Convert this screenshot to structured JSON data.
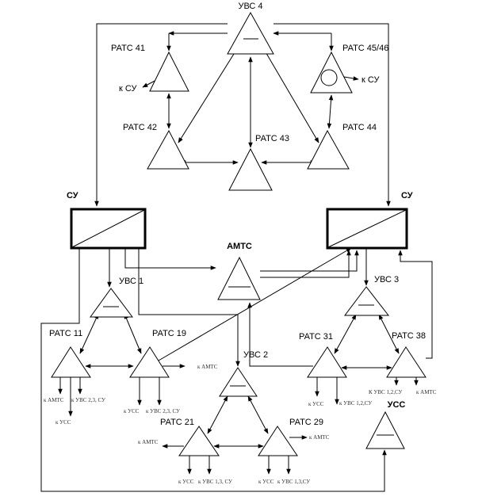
{
  "nodes": {
    "uvs4": "УВС 4",
    "rats41": "РАТС 41",
    "rats4546": "РАТС 45/46",
    "rats42": "РАТС 42",
    "rats43": "РАТС 43",
    "rats44": "РАТС 44",
    "su_left": "СУ",
    "su_right": "СУ",
    "amts": "АМТС",
    "uvs1": "УВС 1",
    "uvs2": "УВС 2",
    "uvs3": "УВС 3",
    "rats11": "РАТС 11",
    "rats19": "РАТС 19",
    "rats21": "РАТС 21",
    "rats29": "РАТС 29",
    "rats31": "РАТС 31",
    "rats38": "РАТС 38",
    "uss": "УСС"
  },
  "annotations": {
    "rats41_su": "к СУ",
    "rats4546_su": "к СУ",
    "rats11_amts": "к АМТС",
    "rats11_uvs": "к УВС 2,3, СУ",
    "rats11_uss": "к УСС",
    "rats19_amts": "к АМТС",
    "rats19_uss": "к УСС",
    "rats19_uvs": "к УВС 2,3, СУ",
    "rats21_amts": "к АМТС",
    "rats21_uss": "к УСС",
    "rats21_uvs": "к УВС 1,3, СУ",
    "rats29_amts": "к АМТС",
    "rats29_uss": "к УСС",
    "rats29_uvs": "к УВС 1,3,СУ",
    "rats31_uss": "к УСС",
    "rats31_uvs": "к УВС 1,2,СУ",
    "rats38_uvs": "К УВС 1,2,СУ",
    "rats38_amts": "к АМТС"
  }
}
